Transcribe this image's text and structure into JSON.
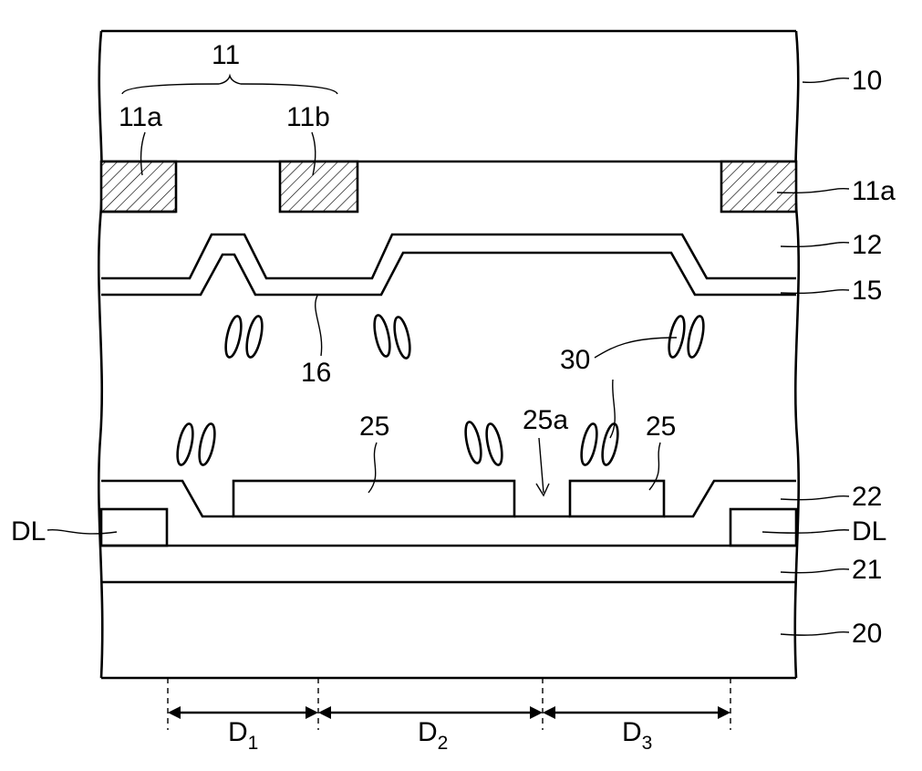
{
  "labels": {
    "group": "11",
    "bm_left": "11a",
    "bm_mid": "11b",
    "upper_substrate": "10",
    "bm_right": "11a",
    "overcoat": "12",
    "upper_align": "15",
    "common_electrode": "16",
    "liquid_crystal": "30",
    "pixel_electrode_1": "25",
    "slit": "25a",
    "pixel_electrode_2": "25",
    "passivation": "22",
    "data_line_left": "DL",
    "data_line_right": "DL",
    "gate_insulator": "21",
    "lower_substrate": "20"
  },
  "dimensions": [
    {
      "name": "D",
      "sub": "1"
    },
    {
      "name": "D",
      "sub": "2"
    },
    {
      "name": "D",
      "sub": "3"
    }
  ]
}
